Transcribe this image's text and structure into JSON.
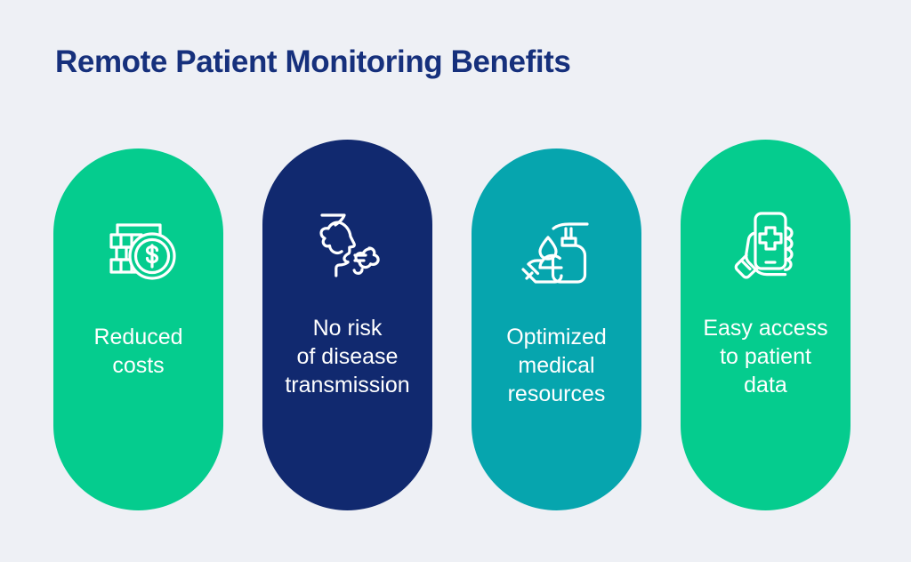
{
  "page": {
    "title": "Remote Patient Monitoring Benefits",
    "background_color": "#eef0f5",
    "title_color": "#16307c"
  },
  "cards": [
    {
      "id": "reduced-costs",
      "icon": "money-bills-dollar-coin-icon",
      "color": "#05cc8e",
      "label_lines": [
        "Reduced",
        "costs"
      ],
      "label_color": "#ffffff"
    },
    {
      "id": "no-risk-of-disease-transmission",
      "icon": "coughing-sneezing-head-icon",
      "color": "#11296f",
      "label_lines": [
        "No risk",
        "of disease",
        "transmission"
      ],
      "label_color": "#ffffff"
    },
    {
      "id": "optimized-medical-resources",
      "icon": "hand-sanitizer-dispenser-icon",
      "color": "#06a5ae",
      "label_lines": [
        "Optimized",
        "medical",
        "resources"
      ],
      "label_color": "#ffffff"
    },
    {
      "id": "easy-access-to-patient-data",
      "icon": "hand-holding-phone-medical-cross-icon",
      "color": "#05cc8e",
      "label_lines": [
        "Easy access",
        "to patient",
        "data"
      ],
      "label_color": "#ffffff"
    }
  ]
}
